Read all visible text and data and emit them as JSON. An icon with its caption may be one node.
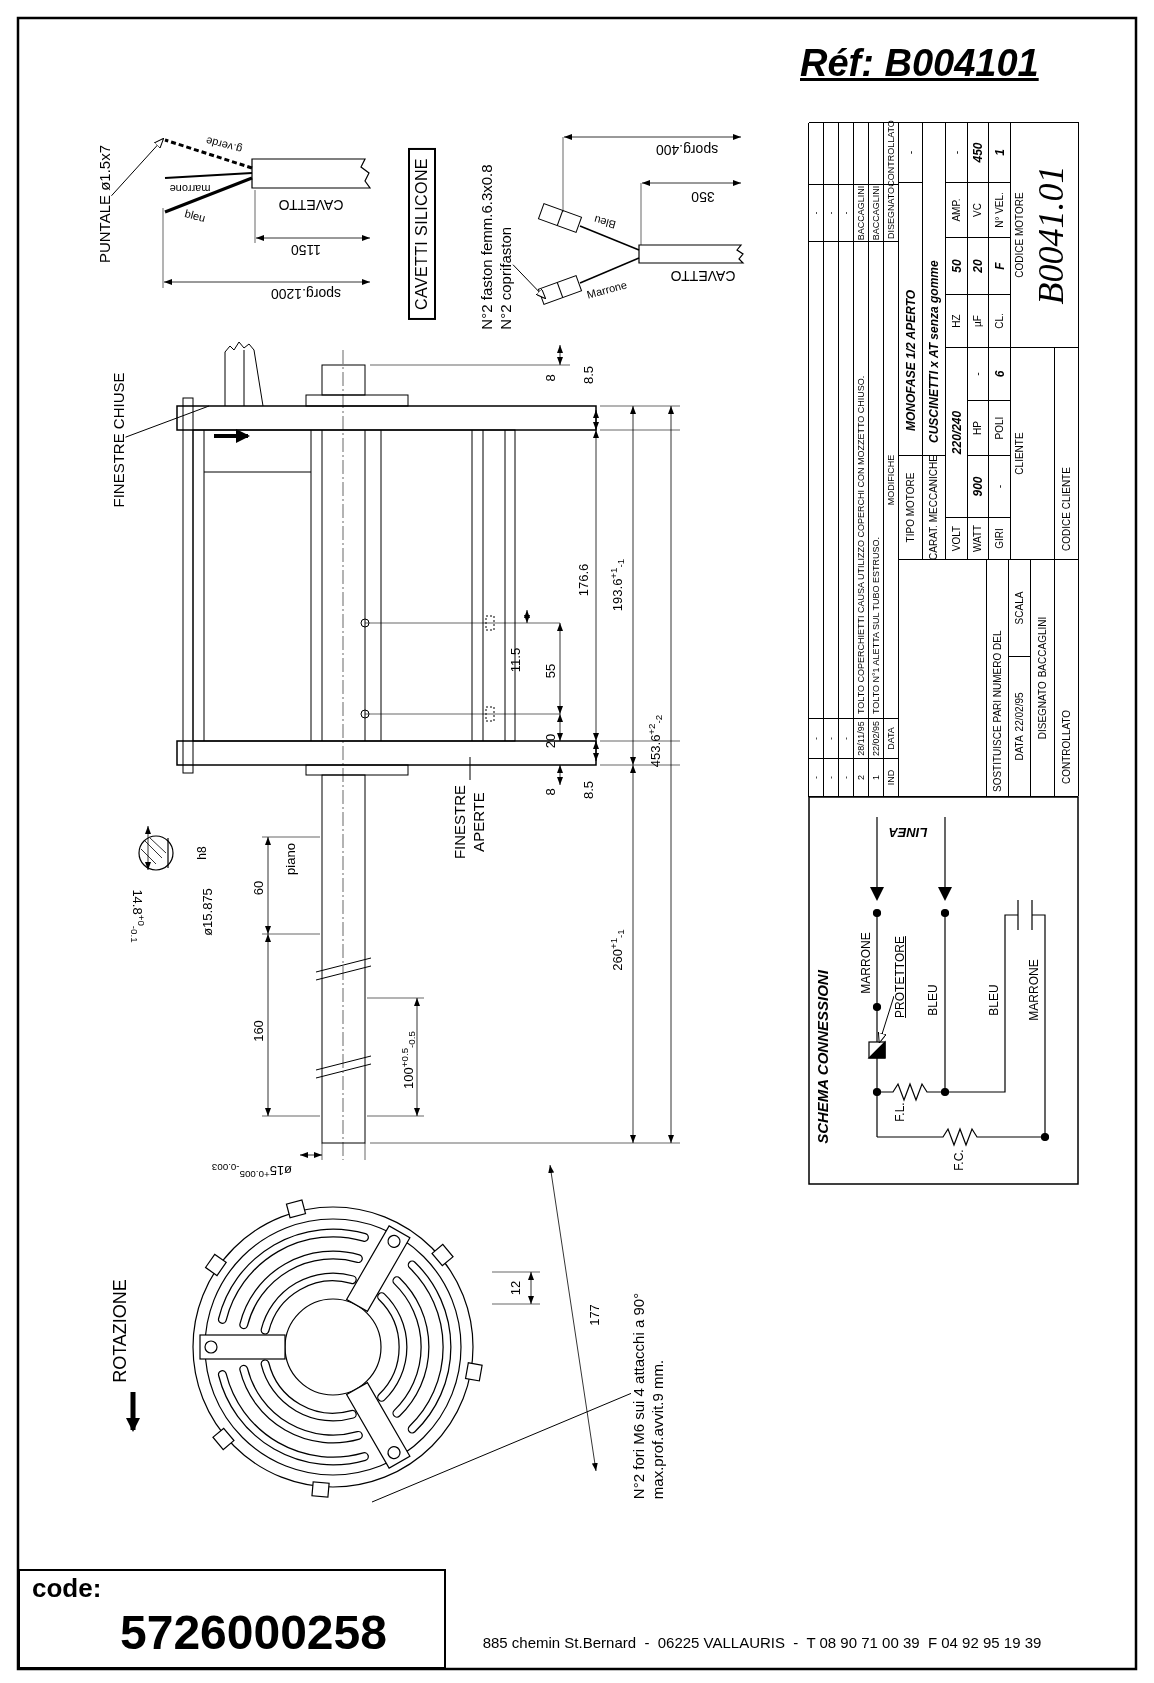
{
  "diagram": {
    "title": "Réf: B004101",
    "nodes": [
      {
        "text": [
          "PUNTALE ø1.5x7"
        ]
      },
      {
        "text": [
          "CAVETTI SILICONE"
        ]
      },
      {
        "text": [
          "N°2 faston femm.6.3x0.8",
          "N°2 coprifaston"
        ]
      },
      {
        "text": [
          "FINESTRE CHIUSE"
        ]
      },
      {
        "text": [
          "FINESTRE APERTE"
        ]
      },
      {
        "text": [
          "N°2 fori M6 sui 4 attacchi a 90°",
          "max.prof.avvit.9 mm."
        ]
      },
      {
        "text": [
          "PROTETTORE"
        ]
      },
      {
        "text": [
          "code:",
          "5726000258"
        ]
      },
      {
        "text": [],
        "shape": "picture"
      },
      {
        "text": [],
        "shape": "box"
      }
    ],
    "edges": [
      {
        "from": 0,
        "to": null,
        "arrow": "to"
      },
      {
        "from": 2,
        "to": null,
        "arrow": "to"
      },
      {
        "from": 3,
        "to": null,
        "arrow": "none"
      },
      {
        "from": 4,
        "to": null,
        "arrow": "none"
      },
      {
        "from": 5,
        "to": 8,
        "arrow": "none"
      },
      {
        "from": 6,
        "to": 9,
        "arrow": "to"
      }
    ],
    "labels": [
      "g.verde",
      "marrone",
      "bleu",
      "CAVETTO",
      "1150",
      "sporg.1200",
      "sporg.400",
      "350",
      "Bleu",
      "Marrone",
      "CAVETTO",
      "8",
      "8.5",
      "176.6",
      "193.6$^{+1}$$_{-1}$",
      "11.5",
      "55",
      "20",
      "8.5",
      "8",
      "453.6$^{+2}$$_{-2}$",
      "h8",
      "60",
      "piano",
      "ø15.875",
      "14.8$^{+0}$$_{-0.1}$",
      "260$^{+1}$$_{-1}$",
      "160",
      "100$^{+0.5}$$_{-0.5}$",
      "ø15$^{+0.005}$$_{-0.003}$",
      "ROTAZIONE",
      "12",
      "177",
      "-",
      "-",
      "-",
      "-",
      "-",
      "-",
      "-",
      "-",
      "-",
      "2",
      "28/11/95",
      "TOLTO COPERCHIETTI CAUSA UTILIZZO COPERCHI CON MOZZETTO CHIUSO.",
      "BACCAGLINI",
      "1",
      "22/02/95",
      "TOLTO N°1 ALETTA SUL TUBO ESTRUSO.",
      "BACCAGLINI",
      "IND",
      "DATA",
      "MODIFICHE",
      "DISEGNATO",
      "CONTROLLATO",
      "TIPO MOTORE",
      "MONOFASE 1/2 APERTO",
      "-",
      "CARAT. MECCANICHE",
      "CUSCINETTI x AT senza gomme",
      "VOLT",
      "220/240",
      "HZ",
      "50",
      "AMP.",
      "-",
      "WATT",
      "900",
      "HP",
      "-",
      "µF",
      "20",
      "VC",
      "450",
      "GIRI",
      "-",
      "POLI",
      "6",
      "CL.",
      "F",
      "N° VEL.",
      "1",
      "SOSTITUISCE PARI NUMERO DEL",
      "DATA",
      "22/02/95",
      "SCALA",
      "DISEGNATO",
      "BACCAGLINI",
      "CONTROLLATO",
      "CLIENTE",
      "CODICE MOTORE",
      "B0041.01",
      "CODICE CLIENTE",
      "SCHEMA CONNESSIONI",
      "LINEA",
      "MARRONE",
      "BLEU",
      "BLEU",
      "MARRONE",
      "F.L.",
      "F.C.",
      "885 chemin St.Bernard  -  06225 VALLAURIS  -  T 08 90 71 00 39  F 04 92 95 19 39"
    ]
  }
}
